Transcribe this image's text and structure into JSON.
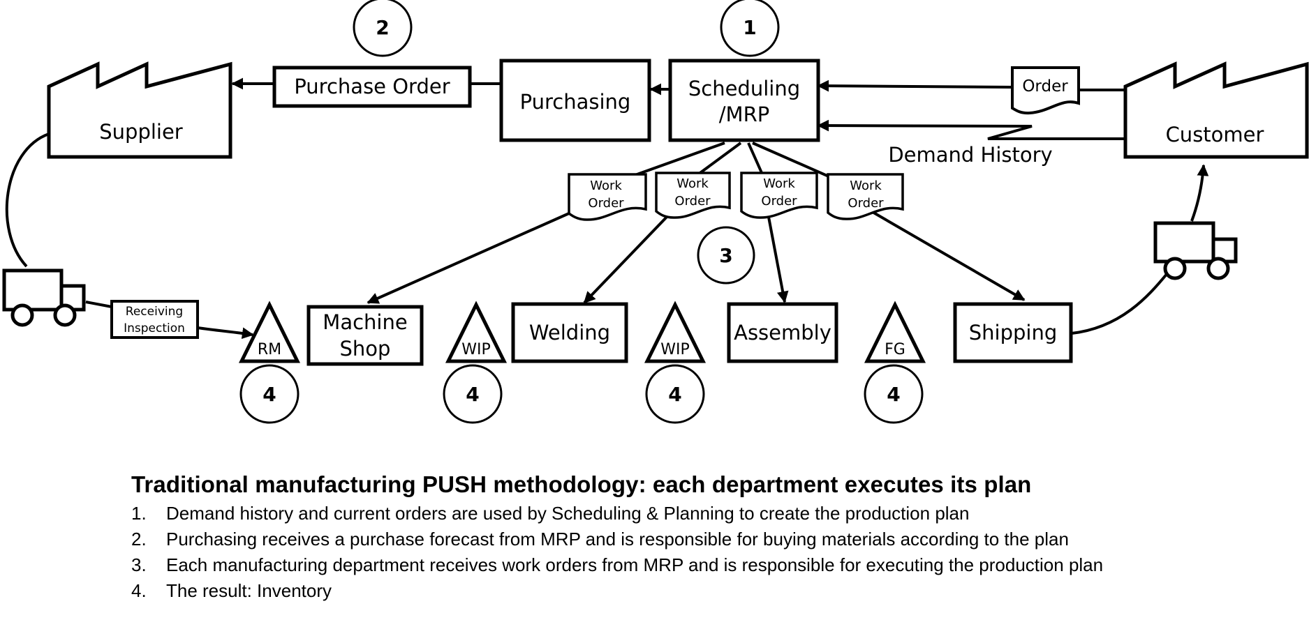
{
  "diagram": {
    "nodes": {
      "supplier": "Supplier",
      "customer": "Customer",
      "purchase_order": "Purchase Order",
      "purchasing": "Purchasing",
      "scheduling": [
        "Scheduling",
        "/MRP"
      ],
      "order": "Order",
      "demand_history": "Demand History",
      "receiving_inspection": [
        "Receiving",
        "Inspection"
      ],
      "machine_shop": [
        "Machine",
        "Shop"
      ],
      "welding": "Welding",
      "assembly": "Assembly",
      "shipping": "Shipping",
      "work_order": [
        "Work",
        "Order"
      ]
    },
    "inventory": [
      "RM",
      "WIP",
      "WIP",
      "FG"
    ],
    "markers": {
      "purchasing": "2",
      "scheduling": "1",
      "work_orders": "3",
      "inventory": "4"
    }
  },
  "caption": {
    "title": "Traditional manufacturing PUSH methodology:  each department executes its plan",
    "items": [
      {
        "num": "1.",
        "text": "Demand history and current orders are used by Scheduling & Planning to create the production plan"
      },
      {
        "num": "2.",
        "text": "Purchasing receives a purchase forecast from MRP and is responsible for buying materials according to the plan"
      },
      {
        "num": "3.",
        "text": "Each manufacturing department receives work orders from MRP and is responsible for executing the production plan"
      },
      {
        "num": "4.",
        "text": "The result:  Inventory"
      }
    ]
  }
}
